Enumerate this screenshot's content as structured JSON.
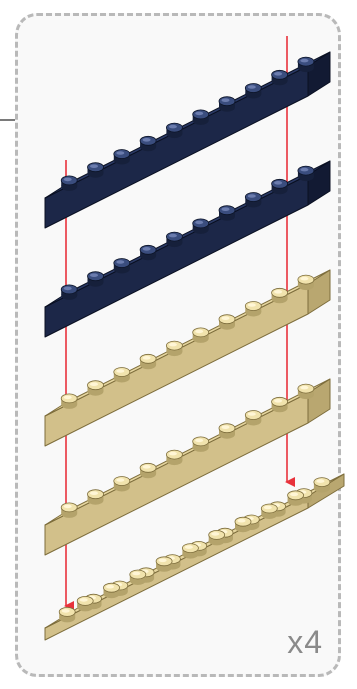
{
  "step": {
    "multiplier": "x4"
  },
  "colors": {
    "dark_blue": "#1f2c4f",
    "tan": "#dccb93",
    "arrow": "#e8323c"
  },
  "parts": [
    {
      "name": "dark-blue-1x10-brick",
      "color": "dark_blue"
    },
    {
      "name": "dark-blue-1x10-brick",
      "color": "dark_blue"
    },
    {
      "name": "tan-1x10-brick",
      "color": "tan"
    },
    {
      "name": "tan-1x10-brick",
      "color": "tan"
    },
    {
      "name": "tan-2x10-plate",
      "color": "tan"
    }
  ]
}
